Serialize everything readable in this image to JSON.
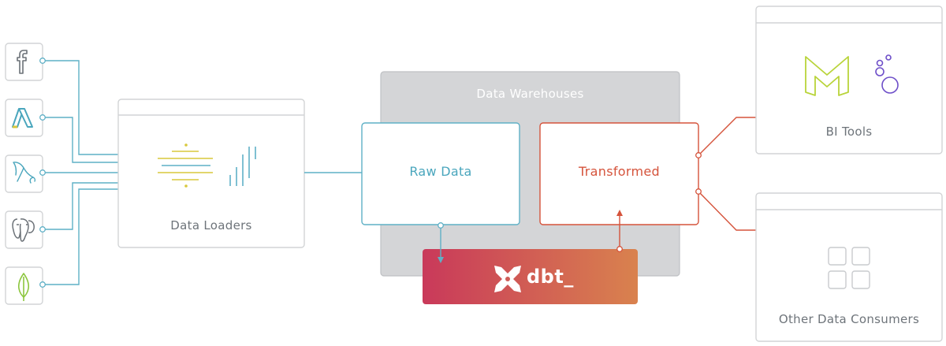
{
  "loaders": {
    "title": "Data Loaders"
  },
  "warehouse": {
    "title": "Data Warehouses"
  },
  "raw": {
    "title": "Raw Data"
  },
  "transformed": {
    "title": "Transformed"
  },
  "dbt": {
    "title": "dbt_"
  },
  "bi": {
    "title": "BI Tools"
  },
  "consumers": {
    "title": "Other Data Consumers"
  },
  "sources": [
    {
      "name": "facebook",
      "icon": "facebook-icon"
    },
    {
      "name": "adwords",
      "icon": "adwords-icon"
    },
    {
      "name": "mysql",
      "icon": "mysql-icon"
    },
    {
      "name": "postgres",
      "icon": "postgres-icon"
    },
    {
      "name": "mongodb",
      "icon": "mongodb-icon"
    }
  ],
  "colors": {
    "blue": "#5fb0c6",
    "red": "#d5533b",
    "gray_border": "#d2d4d6",
    "warehouse_fill": "#d4d5d7",
    "dbt_start": "#c9395a",
    "dbt_end": "#d9824e",
    "icon_gray": "#6b7177"
  }
}
